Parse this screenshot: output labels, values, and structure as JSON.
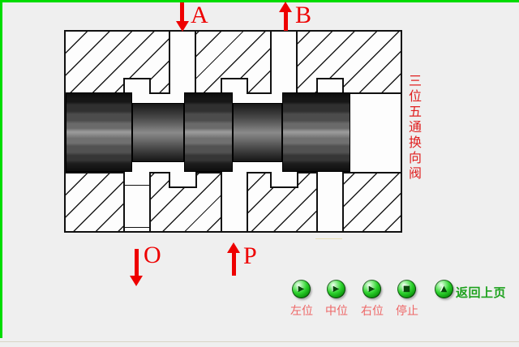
{
  "app": {
    "background": "#efefef",
    "frame_color": "#00dc00"
  },
  "valve": {
    "title_vertical": "三位五通换向阀",
    "ports": {
      "A": {
        "label": "A",
        "direction": "down"
      },
      "B": {
        "label": "B",
        "direction": "up"
      },
      "O": {
        "label": "O",
        "direction": "down"
      },
      "P": {
        "label": "P",
        "direction": "up"
      }
    },
    "colors": {
      "arrow": "#ee0000",
      "title": "#e02020"
    }
  },
  "controls": {
    "buttons": [
      {
        "label": "左位",
        "icon": "play-icon",
        "glyph": "▶"
      },
      {
        "label": "中位",
        "icon": "play-icon",
        "glyph": "▶"
      },
      {
        "label": "右位",
        "icon": "play-icon",
        "glyph": "▶"
      },
      {
        "label": "停止",
        "icon": "stop-icon",
        "glyph": "■"
      }
    ],
    "back": {
      "label": "返回上页",
      "icon": "up-icon",
      "glyph": "▲"
    },
    "colors": {
      "button_label": "#ee6666",
      "back_label": "#1ea21e"
    }
  }
}
